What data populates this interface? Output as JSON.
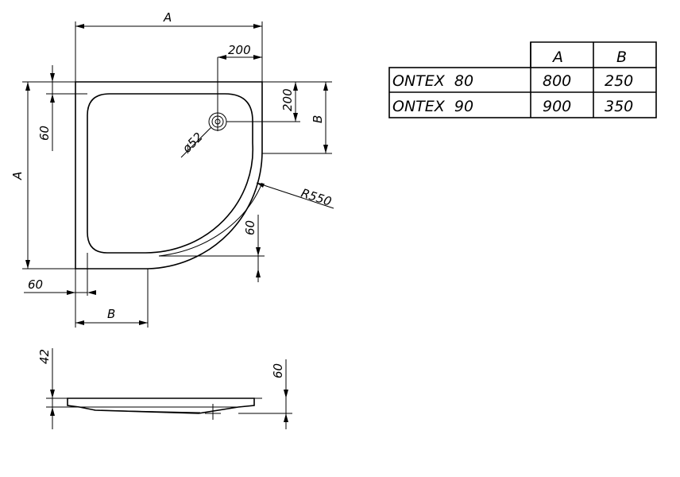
{
  "dimensions": {
    "top_width": "A",
    "drain_offset_x": "200",
    "drain_offset_y": "200",
    "right_height": "B",
    "left_height": "A",
    "rim_left": "60",
    "rim_bottom_right": "60",
    "rim_bottom_left": "60",
    "bottom_width": "B",
    "drain_diameter": "ø52",
    "radius": "R550",
    "profile_height": "42",
    "profile_total_height": "60"
  },
  "table": {
    "headers": [
      "",
      "A",
      "B"
    ],
    "rows": [
      {
        "model": "ONTEX  80",
        "a": "800",
        "b": "250"
      },
      {
        "model": "ONTEX  90",
        "a": "900",
        "b": "350"
      }
    ]
  }
}
